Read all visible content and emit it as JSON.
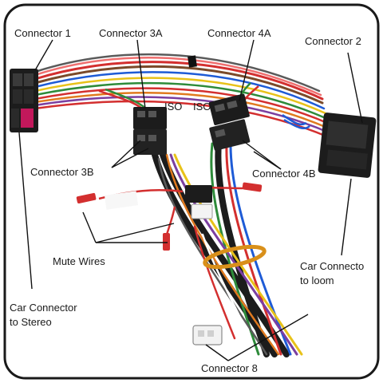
{
  "labels": {
    "connector1": "Connector 1",
    "connector3a": "Connector 3A",
    "connector4a": "Connector 4A",
    "connector2": "Connector 2",
    "iso_left": "ISO",
    "iso_right": "ISO",
    "connector3b": "Connector 3B",
    "connector4b": "Connector 4B",
    "mute_wires": "Mute Wires",
    "car_loom_line1": "Car Connecto",
    "car_loom_line2": "to loom",
    "car_stereo_line1": "Car Connector",
    "car_stereo_line2": "to Stereo",
    "connector8": "Connector 8"
  },
  "colors": {
    "frame_border": "#1a1a1a",
    "background": "#ffffff",
    "connector_black": "#1c1c1c",
    "connector_pink": "#c2185b",
    "wire_red": "#d32f2f",
    "wire_blue": "#1e5bd6",
    "wire_green": "#2e8b3a",
    "wire_yellow": "#e8c21a",
    "wire_brown": "#7a4a2a",
    "wire_orange": "#e07a1f",
    "wire_violet": "#7b3fa0"
  }
}
